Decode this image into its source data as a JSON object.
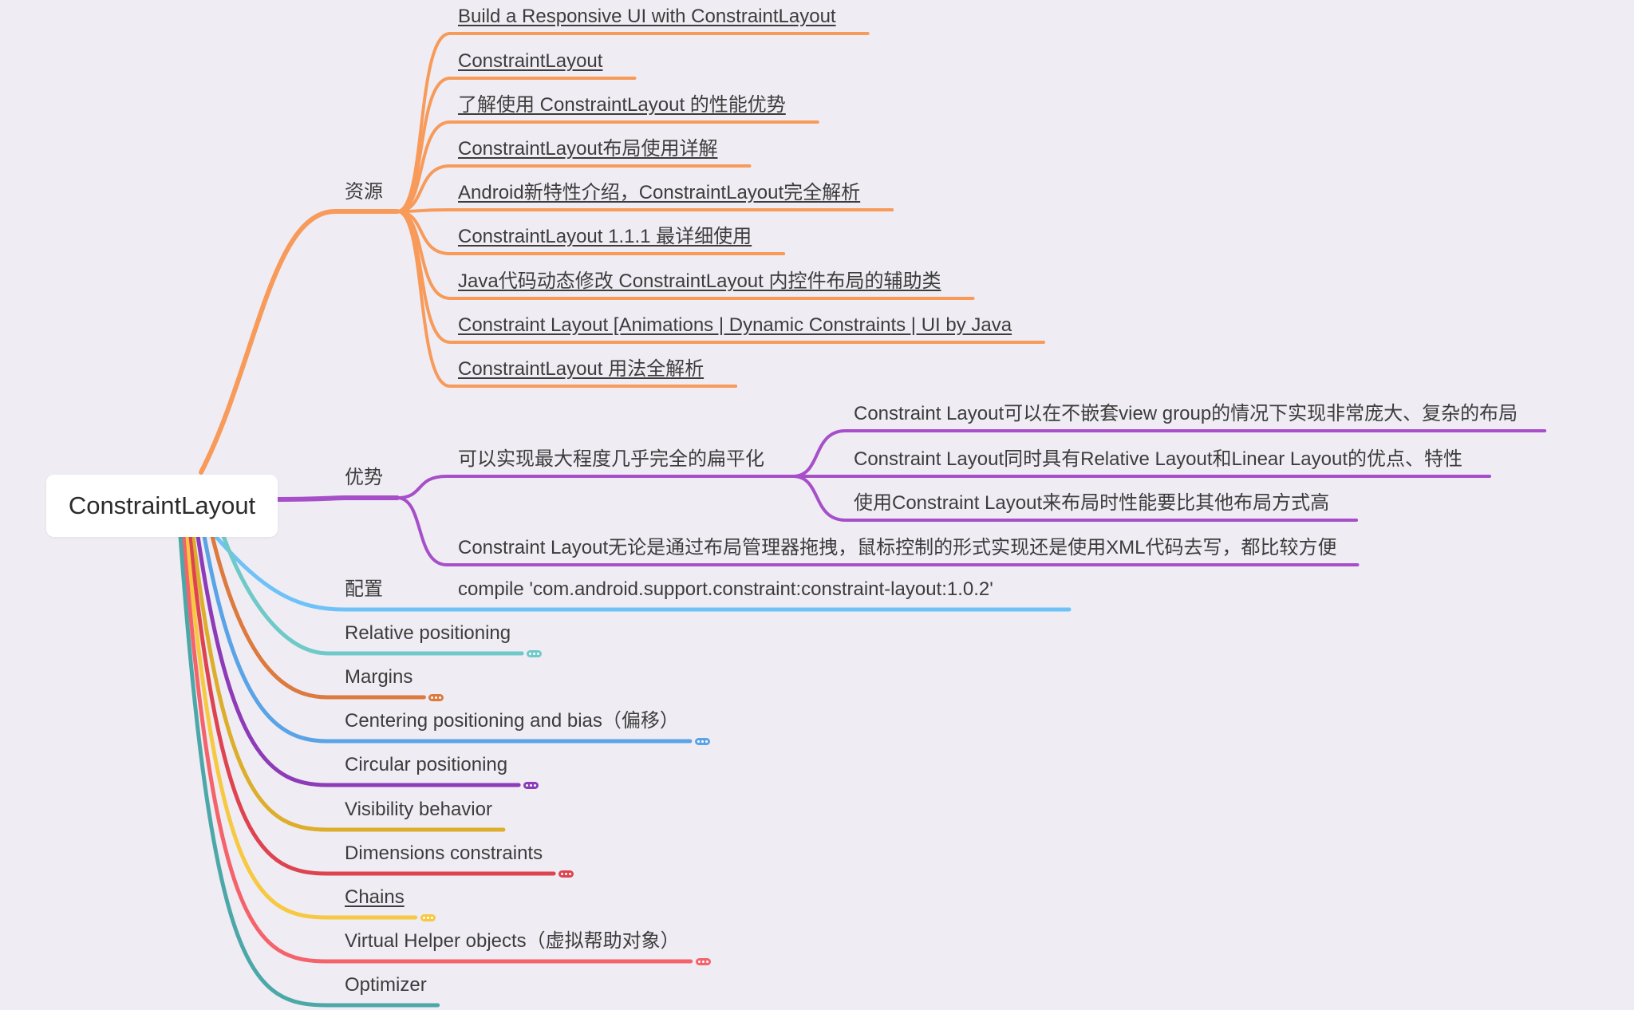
{
  "root": {
    "label": "ConstraintLayout"
  },
  "colors": {
    "resources": "#f79a5a",
    "advantages": "#a64fc9",
    "config": "#6ec2f7",
    "relative": "#6ec9c8",
    "margins": "#dc7a3f",
    "centering": "#5aa3e6",
    "circular": "#8e3bb8",
    "visibility": "#dcae2c",
    "dimensions": "#dd4450",
    "chains": "#f7c842",
    "virtual": "#f4636b",
    "optimizer": "#4ca8a8"
  },
  "branches": {
    "resources": {
      "label": "资源",
      "links": [
        "Build a Responsive UI with ConstraintLayout",
        "ConstraintLayout",
        "了解使用 ConstraintLayout 的性能优势",
        "ConstraintLayout布局使用详解",
        "Android新特性介绍，ConstraintLayout完全解析",
        "ConstraintLayout 1.1.1 最详细使用",
        "Java代码动态修改 ConstraintLayout 内控件布局的辅助类",
        "Constraint Layout [Animations | Dynamic Constraints | UI by Java",
        "ConstraintLayout 用法全解析"
      ]
    },
    "advantages": {
      "label": "优势",
      "flatten": {
        "label": "可以实现最大程度几乎完全的扁平化",
        "children": [
          "Constraint Layout可以在不嵌套view group的情况下实现非常庞大、复杂的布局",
          "Constraint Layout同时具有Relative Layout和Linear Layout的优点、特性",
          "使用Constraint Layout来布局时性能要比其他布局方式高"
        ]
      },
      "ease": "Constraint Layout无论是通过布局管理器拖拽，鼠标控制的形式实现还是使用XML代码去写，都比较方便"
    },
    "config": {
      "label": "配置",
      "value": "compile 'com.android.support.constraint:constraint-layout:1.0.2'"
    },
    "others": [
      {
        "label": "Relative positioning",
        "color_key": "relative",
        "collapsed": true
      },
      {
        "label": "Margins",
        "color_key": "margins",
        "collapsed": true
      },
      {
        "label": "Centering positioning and bias（偏移）",
        "color_key": "centering",
        "collapsed": true
      },
      {
        "label": "Circular positioning",
        "color_key": "circular",
        "collapsed": true
      },
      {
        "label": "Visibility behavior",
        "color_key": "visibility",
        "collapsed": false
      },
      {
        "label": "Dimensions constraints",
        "color_key": "dimensions",
        "collapsed": true
      },
      {
        "label": "Chains",
        "color_key": "chains",
        "collapsed": true,
        "link": true
      },
      {
        "label": "Virtual Helper objects（虚拟帮助对象）",
        "color_key": "virtual",
        "collapsed": true
      },
      {
        "label": "Optimizer",
        "color_key": "optimizer",
        "collapsed": false
      }
    ]
  }
}
